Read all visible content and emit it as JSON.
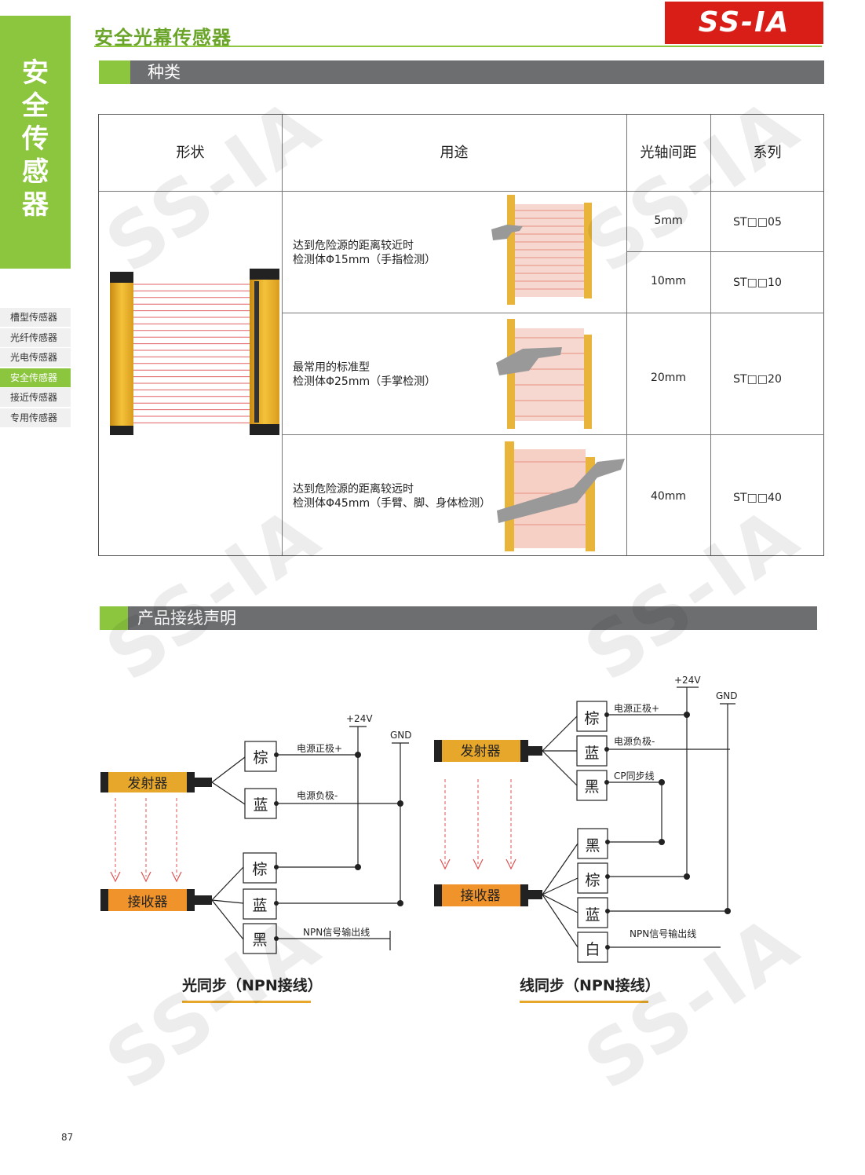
{
  "header": {
    "title": "安全光幕传感器",
    "logo": "SS-IA"
  },
  "side_tab": {
    "chars": [
      "安",
      "全",
      "传",
      "感",
      "器"
    ]
  },
  "side_nav": {
    "items": [
      {
        "label": "槽型传感器"
      },
      {
        "label": "光纤传感器"
      },
      {
        "label": "光电传感器"
      },
      {
        "label": "安全传感器"
      },
      {
        "label": "接近传感器"
      },
      {
        "label": "专用传感器"
      }
    ],
    "active_index": 3
  },
  "section_types": {
    "label": "种类"
  },
  "table": {
    "headers": [
      "形状",
      "用途",
      "光轴间距",
      "系列"
    ],
    "rows": [
      {
        "use_line1": "达到危险源的距离较近时",
        "use_line2": "检测体Φ15mm（手指检测）",
        "pitch_a": "5mm",
        "series_a": "ST□□05",
        "pitch_b": "10mm",
        "series_b": "ST□□10"
      },
      {
        "use_line1": "最常用的标准型",
        "use_line2": "检测体Φ25mm（手掌检测）",
        "pitch": "20mm",
        "series": "ST□□20"
      },
      {
        "use_line1": "达到危险源的距离较远时",
        "use_line2": "检测体Φ45mm（手臂、脚、身体检测）",
        "pitch": "40mm",
        "series": "ST□□40"
      }
    ]
  },
  "section_wiring": {
    "label": "产品接线声明"
  },
  "wiring_left": {
    "emitter": "发射器",
    "receiver": "接收器",
    "wires_emitter": [
      "棕",
      "蓝"
    ],
    "wires_receiver": [
      "棕",
      "蓝",
      "黑"
    ],
    "label_pos": "电源正极+",
    "label_neg": "电源负极-",
    "label_npn": "NPN信号输出线",
    "v24": "+24V",
    "gnd": "GND",
    "caption": "光同步（NPN接线）"
  },
  "wiring_right": {
    "emitter": "发射器",
    "receiver": "接收器",
    "wires_emitter": [
      "棕",
      "蓝",
      "黑"
    ],
    "wires_receiver": [
      "黑",
      "棕",
      "蓝",
      "白"
    ],
    "label_pos": "电源正极+",
    "label_neg": "电源负极-",
    "label_cp": "CP同步线",
    "label_npn": "NPN信号输出线",
    "v24": "+24V",
    "gnd": "GND",
    "caption": "线同步（NPN接线）"
  },
  "watermark": "SS-IA",
  "page_number": "87",
  "colors": {
    "green": "#8cc63f",
    "gray_bar": "#6d6e70",
    "logo_red": "#d91e18",
    "yellow": "#e7a72a",
    "orange": "#f0932a"
  }
}
